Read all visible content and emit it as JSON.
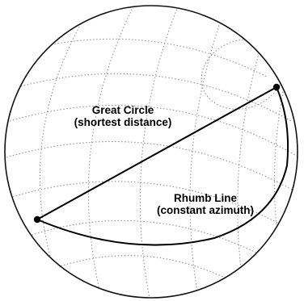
{
  "labels": {
    "great_circle_title": "Great Circle",
    "great_circle_sub": "(shortest distance)",
    "rhumb_title": "Rhumb Line",
    "rhumb_sub": "(constant azimuth)"
  },
  "colors": {
    "background": "#ffffff",
    "outline": "#111111",
    "graticule": "#8a8a8a",
    "route": "#000000"
  }
}
